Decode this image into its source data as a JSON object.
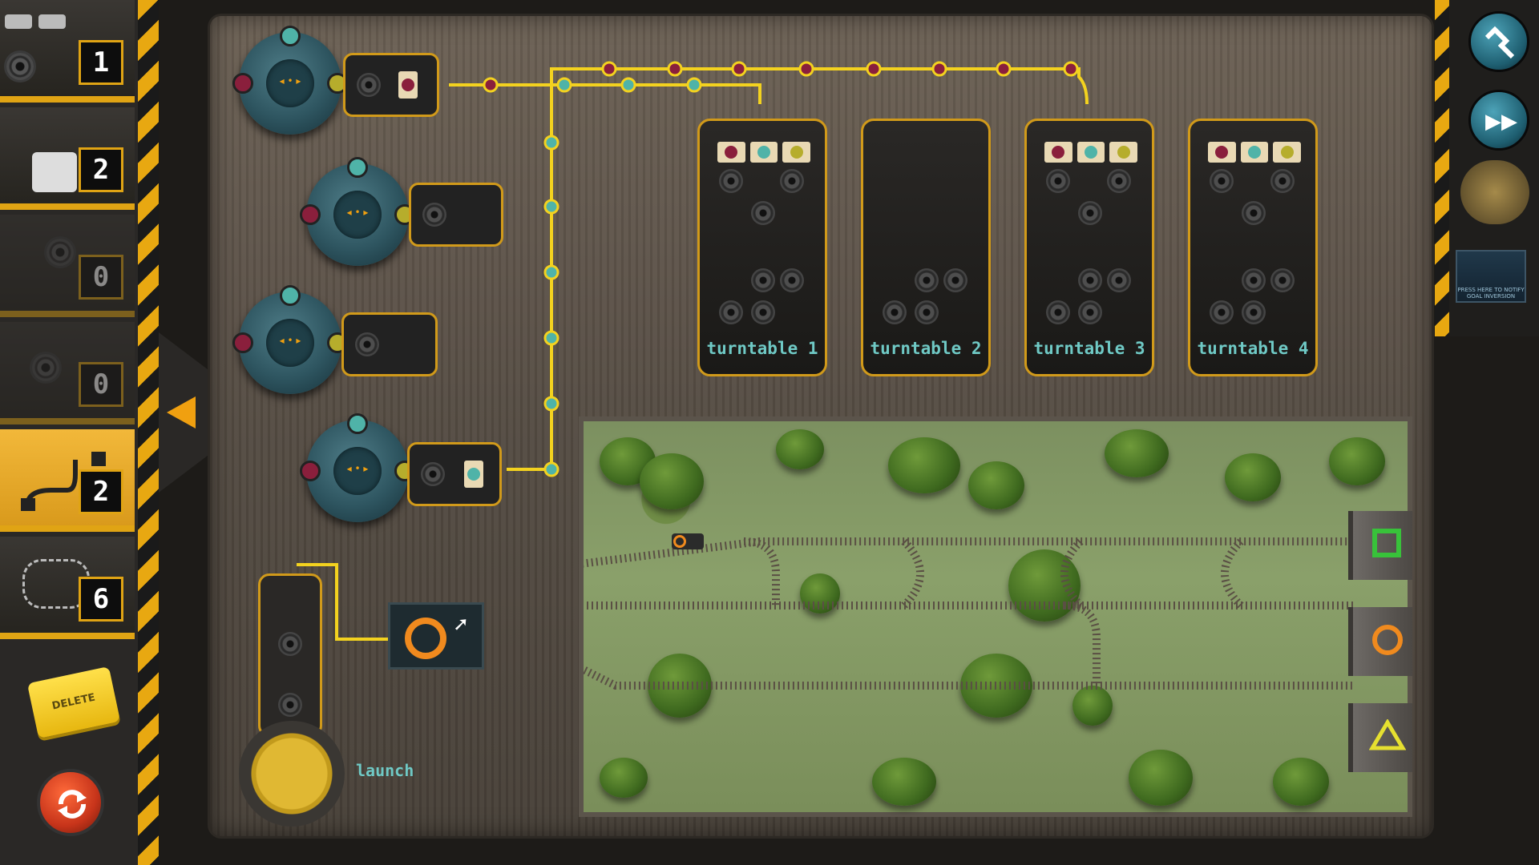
{
  "toolbar": {
    "slots": [
      {
        "count": "1"
      },
      {
        "count": "2"
      },
      {
        "count": "0"
      },
      {
        "count": "0"
      },
      {
        "count": "2"
      },
      {
        "count": "6"
      }
    ],
    "delete_label": "DELETE"
  },
  "turntables": [
    {
      "label": "turntable 1"
    },
    {
      "label": "turntable 2"
    },
    {
      "label": "turntable 3"
    },
    {
      "label": "turntable 4"
    }
  ],
  "launch": {
    "label": "launch"
  },
  "manual": {
    "caption": "PRESS HERE TO NOTIFY GOAL INVERSION"
  },
  "colors": {
    "accent": "#e0a414",
    "teal": "#6fc9c5",
    "wire": "#f3d21f",
    "red": "#8a1f3c",
    "yellow": "#b6ad2c",
    "green": "#38c23a",
    "orange": "#f08a1e"
  },
  "icons": {
    "goal_green": "square",
    "goal_orange": "circle",
    "goal_yellow": "triangle",
    "goal_box": "ring-with-arrow"
  }
}
